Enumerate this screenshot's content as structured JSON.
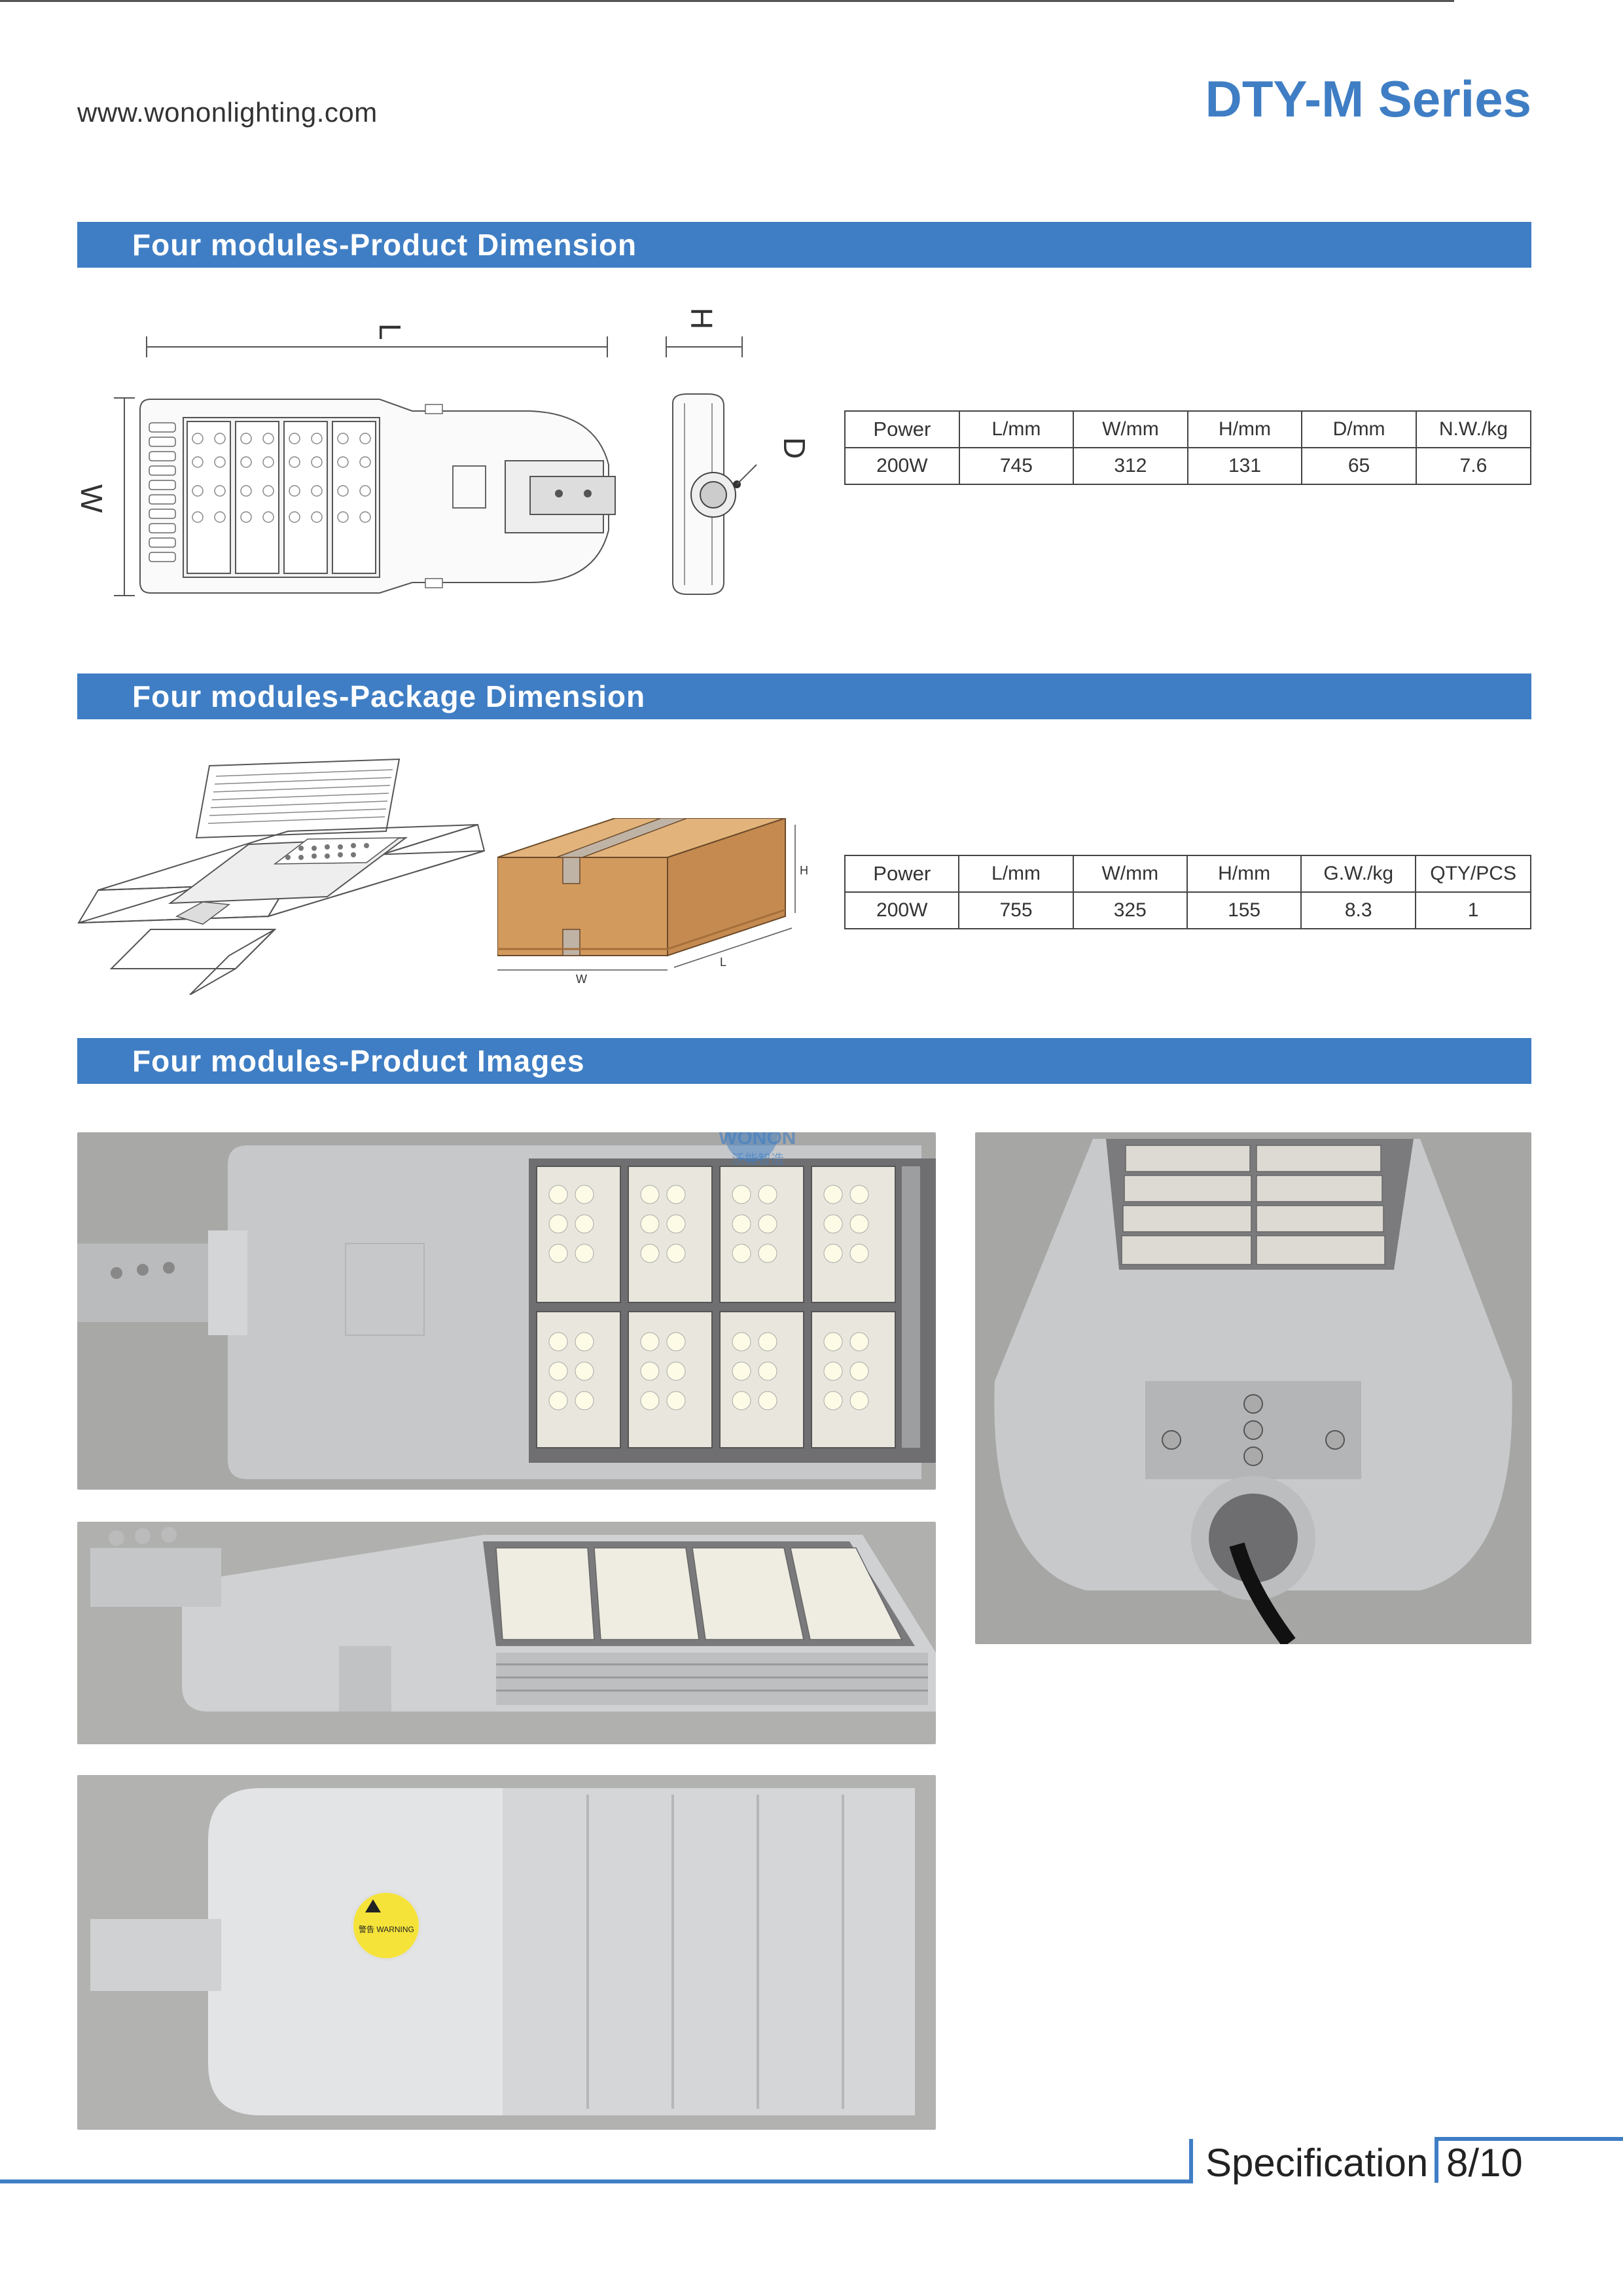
{
  "header": {
    "website": "www.wononlighting.com",
    "series": "DTY-M Series"
  },
  "sections": {
    "product_dimension": "Four modules-Product Dimension",
    "package_dimension": "Four modules-Package Dimension",
    "product_images": "Four modules-Product Images"
  },
  "product_drawing": {
    "label_l": "L",
    "label_w": "W",
    "label_h": "H",
    "label_d": "D"
  },
  "package_drawing": {
    "label_h": "H",
    "label_w": "W",
    "label_l": "L"
  },
  "product_table": {
    "headers": [
      "Power",
      "L/mm",
      "W/mm",
      "H/mm",
      "D/mm",
      "N.W./kg"
    ],
    "row": [
      "200W",
      "745",
      "312",
      "131",
      "65",
      "7.6"
    ]
  },
  "package_table": {
    "headers": [
      "Power",
      "L/mm",
      "W/mm",
      "H/mm",
      "G.W./kg",
      "QTY/PCS"
    ],
    "row": [
      "200W",
      "755",
      "325",
      "155",
      "8.3",
      "1"
    ]
  },
  "images": {
    "watermark": "WONON",
    "watermark_cn": "沃能智造",
    "warning_label": "警告 WARNING"
  },
  "footer": {
    "label": "Specification",
    "page": "8/10"
  },
  "colors": {
    "accent": "#3f7ec4",
    "carton": "#d39a5e",
    "housing": "#c9cbcd"
  }
}
